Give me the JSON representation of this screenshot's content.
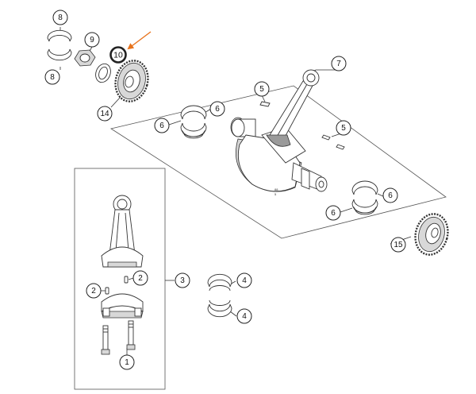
{
  "diagram": {
    "highlight_color": "#e8731c",
    "line_color": "#333333",
    "callouts": [
      {
        "id": "c8a",
        "label": "8"
      },
      {
        "id": "c8b",
        "label": "8"
      },
      {
        "id": "c9",
        "label": "9"
      },
      {
        "id": "c10",
        "label": "10",
        "highlighted": true
      },
      {
        "id": "c14",
        "label": "14"
      },
      {
        "id": "c7",
        "label": "7"
      },
      {
        "id": "c5a",
        "label": "5"
      },
      {
        "id": "c5b",
        "label": "5"
      },
      {
        "id": "c6a",
        "label": "6"
      },
      {
        "id": "c6b",
        "label": "6"
      },
      {
        "id": "c6c",
        "label": "6"
      },
      {
        "id": "c6d",
        "label": "6"
      },
      {
        "id": "c15",
        "label": "15"
      },
      {
        "id": "c3",
        "label": "3"
      },
      {
        "id": "c2a",
        "label": "2"
      },
      {
        "id": "c2b",
        "label": "2"
      },
      {
        "id": "c1",
        "label": "1"
      },
      {
        "id": "c4a",
        "label": "4"
      },
      {
        "id": "c4b",
        "label": "4"
      }
    ]
  }
}
